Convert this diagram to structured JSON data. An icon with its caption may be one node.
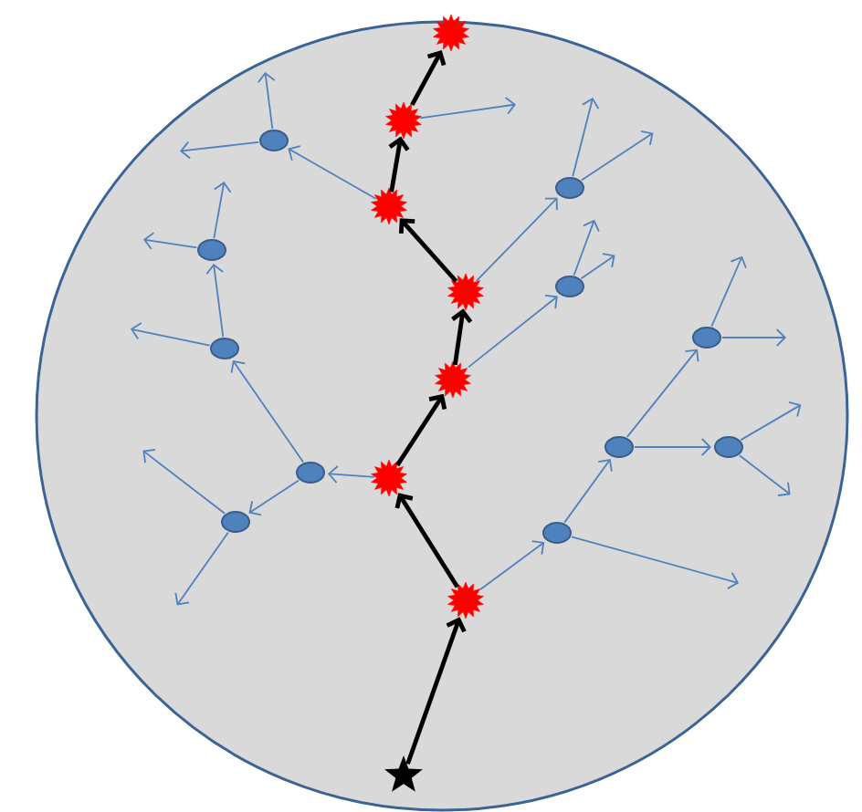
{
  "diagram": {
    "nodes": [
      {
        "text": [],
        "shape": "circle"
      },
      {
        "text": [],
        "shape": "burst",
        "in": 0
      },
      {
        "text": [],
        "shape": "burst",
        "in": 0
      },
      {
        "text": [],
        "shape": "ellipse",
        "in": 0
      },
      {
        "text": [],
        "shape": "ellipse",
        "in": 0
      },
      {
        "text": [],
        "shape": "burst",
        "in": 0
      },
      {
        "text": [],
        "shape": "ellipse",
        "in": 0
      },
      {
        "text": [],
        "shape": "ellipse",
        "in": 0
      },
      {
        "text": [],
        "shape": "burst",
        "in": 0
      },
      {
        "text": [],
        "shape": "ellipse",
        "in": 0
      },
      {
        "text": [],
        "shape": "ellipse",
        "in": 0
      },
      {
        "text": [],
        "shape": "burst",
        "in": 0
      },
      {
        "text": [],
        "shape": "ellipse",
        "in": 0
      },
      {
        "text": [],
        "shape": "ellipse",
        "in": 0
      },
      {
        "text": [],
        "shape": "ellipse",
        "in": 0
      },
      {
        "text": [],
        "shape": "burst",
        "in": 0
      },
      {
        "text": [],
        "shape": "ellipse",
        "in": 0
      },
      {
        "text": [],
        "shape": "ellipse",
        "in": 0
      },
      {
        "text": [],
        "shape": "burst",
        "in": 0
      },
      {
        "text": [],
        "shape": "star",
        "in": 0
      }
    ],
    "edges": [
      {
        "from": 19,
        "to": 18,
        "arrow": "to",
        "style": "thick",
        "color": "#000000"
      },
      {
        "from": 18,
        "to": 15,
        "arrow": "to",
        "style": "thick",
        "color": "#000000"
      },
      {
        "from": 15,
        "to": 11,
        "arrow": "to",
        "style": "thick",
        "color": "#000000"
      },
      {
        "from": 11,
        "to": 8,
        "arrow": "to",
        "style": "thick",
        "color": "#000000"
      },
      {
        "from": 8,
        "to": 5,
        "arrow": "to",
        "style": "thick",
        "color": "#000000"
      },
      {
        "from": 5,
        "to": 2,
        "arrow": "to",
        "style": "thick",
        "color": "#000000"
      },
      {
        "from": 2,
        "to": 1,
        "arrow": "to",
        "style": "thick",
        "color": "#000000"
      },
      {
        "from": 5,
        "to": 3,
        "arrow": "to"
      },
      {
        "from": 3,
        "to": null,
        "arrow": "to"
      },
      {
        "from": 3,
        "to": null,
        "arrow": "to"
      },
      {
        "from": 10,
        "to": 6,
        "arrow": "to"
      },
      {
        "from": 6,
        "to": null,
        "arrow": "to"
      },
      {
        "from": 6,
        "to": null,
        "arrow": "to"
      },
      {
        "from": 14,
        "to": 10,
        "arrow": "to"
      },
      {
        "from": 10,
        "to": null,
        "arrow": "to"
      },
      {
        "from": 15,
        "to": 14,
        "arrow": "to"
      },
      {
        "from": 14,
        "to": 16,
        "arrow": "to"
      },
      {
        "from": 16,
        "to": null,
        "arrow": "to"
      },
      {
        "from": 16,
        "to": null,
        "arrow": "to"
      },
      {
        "from": 8,
        "to": 4,
        "arrow": "to"
      },
      {
        "from": 4,
        "to": null,
        "arrow": "to"
      },
      {
        "from": 4,
        "to": null,
        "arrow": "to"
      },
      {
        "from": 11,
        "to": 7,
        "arrow": "to"
      },
      {
        "from": 7,
        "to": null,
        "arrow": "to"
      },
      {
        "from": 7,
        "to": null,
        "arrow": "to"
      },
      {
        "from": 2,
        "to": null,
        "arrow": "to"
      },
      {
        "from": 18,
        "to": 17,
        "arrow": "to"
      },
      {
        "from": 17,
        "to": null,
        "arrow": "to"
      },
      {
        "from": 17,
        "to": 12,
        "arrow": "to"
      },
      {
        "from": 12,
        "to": 9,
        "arrow": "to"
      },
      {
        "from": 9,
        "to": null,
        "arrow": "to"
      },
      {
        "from": 9,
        "to": null,
        "arrow": "to"
      },
      {
        "from": 12,
        "to": 13,
        "arrow": "to"
      },
      {
        "from": 13,
        "to": null,
        "arrow": "to"
      },
      {
        "from": 13,
        "to": null,
        "arrow": "to"
      }
    ]
  }
}
